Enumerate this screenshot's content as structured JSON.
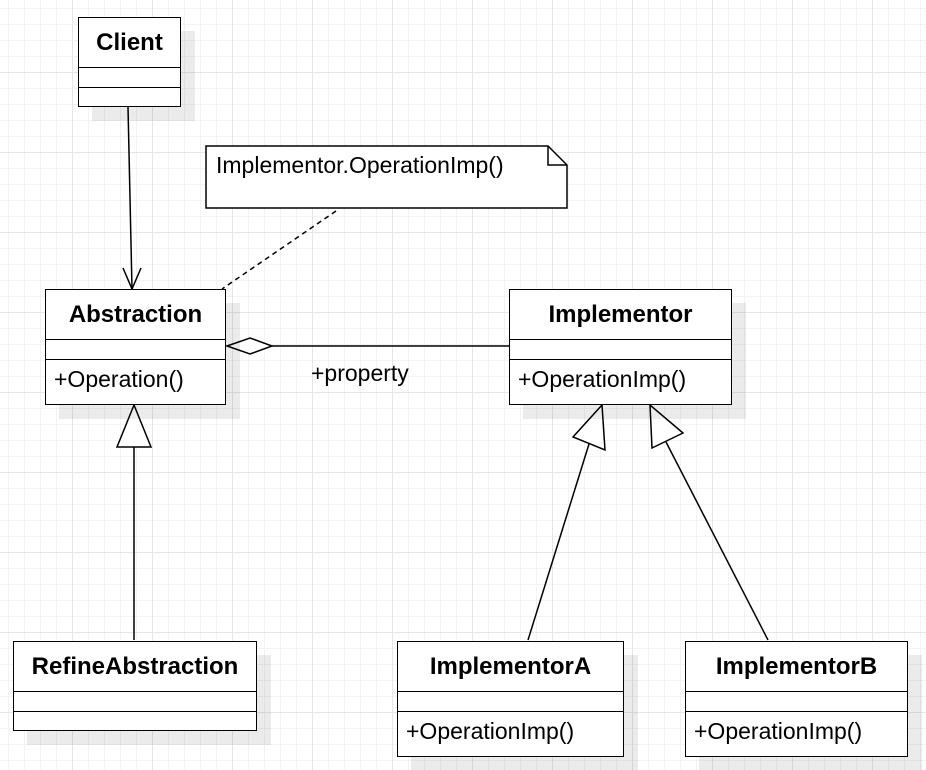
{
  "diagram": {
    "classes": {
      "client": {
        "name": "Client",
        "operations": []
      },
      "abstraction": {
        "name": "Abstraction",
        "operations": [
          "+Operation()"
        ]
      },
      "implementor": {
        "name": "Implementor",
        "operations": [
          "+OperationImp()"
        ]
      },
      "refine_abstraction": {
        "name": "RefineAbstraction",
        "operations": []
      },
      "implementor_a": {
        "name": "ImplementorA",
        "operations": [
          "+OperationImp()"
        ]
      },
      "implementor_b": {
        "name": "ImplementorB",
        "operations": [
          "+OperationImp()"
        ]
      }
    },
    "note": {
      "text": "Implementor.OperationImp()"
    },
    "association_label": "+property",
    "relations": [
      {
        "from": "Client",
        "to": "Abstraction",
        "type": "dependency"
      },
      {
        "from": "Abstraction",
        "to": "Implementor",
        "type": "aggregation"
      },
      {
        "from": "RefineAbstraction",
        "to": "Abstraction",
        "type": "generalization"
      },
      {
        "from": "ImplementorA",
        "to": "Implementor",
        "type": "generalization"
      },
      {
        "from": "ImplementorB",
        "to": "Implementor",
        "type": "generalization"
      },
      {
        "from": "note",
        "to": "Abstraction",
        "type": "note-anchor"
      }
    ]
  }
}
